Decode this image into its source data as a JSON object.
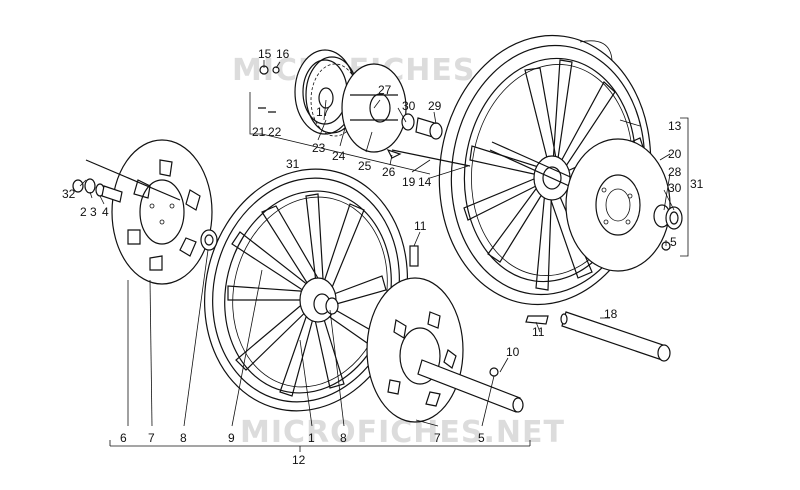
{
  "watermark": {
    "top": "MICROFICHES.NET",
    "bottom": "MICROFICHES.NET"
  },
  "callouts": [
    {
      "id": "c15",
      "text": "15"
    },
    {
      "id": "c16",
      "text": "16"
    },
    {
      "id": "c17",
      "text": "17"
    },
    {
      "id": "c21",
      "text": "21"
    },
    {
      "id": "c22",
      "text": "22"
    },
    {
      "id": "c23",
      "text": "23"
    },
    {
      "id": "c24",
      "text": "24"
    },
    {
      "id": "c25",
      "text": "25"
    },
    {
      "id": "c26",
      "text": "26"
    },
    {
      "id": "c27",
      "text": "27"
    },
    {
      "id": "c30a",
      "text": "30"
    },
    {
      "id": "c29",
      "text": "29"
    },
    {
      "id": "c19",
      "text": "19"
    },
    {
      "id": "c14",
      "text": "14"
    },
    {
      "id": "c31a",
      "text": "31"
    },
    {
      "id": "c32",
      "text": "32"
    },
    {
      "id": "c2",
      "text": "2"
    },
    {
      "id": "c3",
      "text": "3"
    },
    {
      "id": "c4",
      "text": "4"
    },
    {
      "id": "c11a",
      "text": "11"
    },
    {
      "id": "c13",
      "text": "13"
    },
    {
      "id": "c20",
      "text": "20"
    },
    {
      "id": "c28",
      "text": "28"
    },
    {
      "id": "c30b",
      "text": "30"
    },
    {
      "id": "c31b",
      "text": "31"
    },
    {
      "id": "c5a",
      "text": "5"
    },
    {
      "id": "c18",
      "text": "18"
    },
    {
      "id": "c11b",
      "text": "11"
    },
    {
      "id": "c10",
      "text": "10"
    },
    {
      "id": "c6",
      "text": "6"
    },
    {
      "id": "c7a",
      "text": "7"
    },
    {
      "id": "c8a",
      "text": "8"
    },
    {
      "id": "c9",
      "text": "9"
    },
    {
      "id": "c1",
      "text": "1"
    },
    {
      "id": "c8b",
      "text": "8"
    },
    {
      "id": "c7b",
      "text": "7"
    },
    {
      "id": "c5b",
      "text": "5"
    },
    {
      "id": "c12",
      "text": "12"
    }
  ]
}
